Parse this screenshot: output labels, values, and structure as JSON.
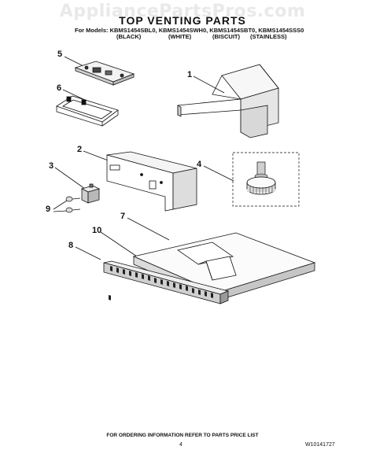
{
  "watermark": "AppliancePartsPros.com",
  "title": "TOP VENTING PARTS",
  "models_line": "For Models: KBMS1454SBL0, KBMS1454SWH0, KBMS1454SBT0, KBMS1454SSS0",
  "colors": [
    "(BLACK)",
    "(WHITE)",
    "(BISCUIT)",
    "(STAINLESS)"
  ],
  "callouts": [
    "1",
    "2",
    "3",
    "4",
    "5",
    "6",
    "7",
    "8",
    "9",
    "10"
  ],
  "footer": "FOR ORDERING INFORMATION REFER TO PARTS PRICE LIST",
  "page_number": "4",
  "document_number": "W10141727"
}
